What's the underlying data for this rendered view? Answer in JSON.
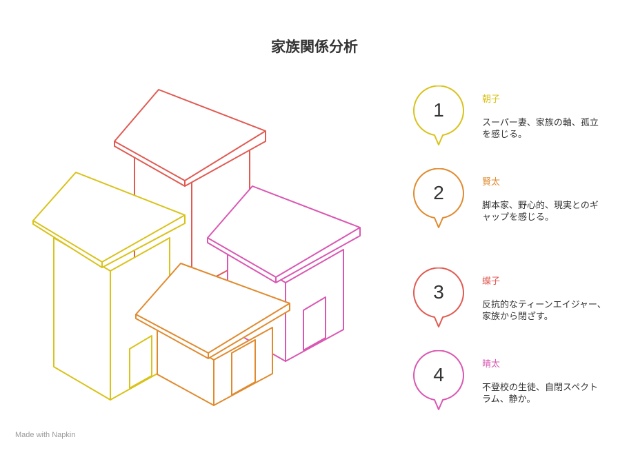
{
  "title": "家族関係分析",
  "items": [
    {
      "number": "1",
      "name": "朝子",
      "color": "#d9c21a",
      "description": "スーパー妻、家族の軸、孤立を感じる。"
    },
    {
      "number": "2",
      "name": "賢太",
      "color": "#e08a2e",
      "description": "脚本家、野心的、現実とのギャップを感じる。"
    },
    {
      "number": "3",
      "name": "蝶子",
      "color": "#e05a52",
      "description": "反抗的なティーンエイジャー、家族から閉ざす。"
    },
    {
      "number": "4",
      "name": "晴太",
      "color": "#d957b2",
      "description": "不登校の生徒、自閉スペクトラム、静か。"
    }
  ],
  "credit": "Made with  Napkin",
  "icons": {
    "marker": "location-pin-icon",
    "brand": "napkin-logo-icon"
  }
}
